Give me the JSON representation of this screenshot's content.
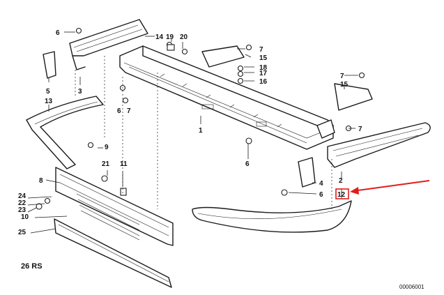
{
  "diagram": {
    "part_numbers": {
      "p1": "1",
      "p2": "2",
      "p3": "3",
      "p4": "4",
      "p5": "5",
      "p6_upper_left": "6",
      "p6_middle": "6",
      "p6_center": "6",
      "p6_right": "6",
      "p7_left": "7",
      "p7_top_right": "7",
      "p7_upper_right": "7",
      "p7_right": "7",
      "p8": "8",
      "p9": "9",
      "p10": "10",
      "p11": "11",
      "p12": "12",
      "p13": "13",
      "p14": "14",
      "p15_right": "15",
      "p15_far_right": "15",
      "p16": "16",
      "p17": "17",
      "p18": "18",
      "p19": "19",
      "p20": "20",
      "p21": "21",
      "p22": "22",
      "p23": "23",
      "p24": "24",
      "p25": "25"
    },
    "variant_label": "26  RS",
    "catalog_number": "00006001",
    "colors": {
      "line": "#1a1a1a",
      "highlight": "#e31b1b"
    }
  }
}
